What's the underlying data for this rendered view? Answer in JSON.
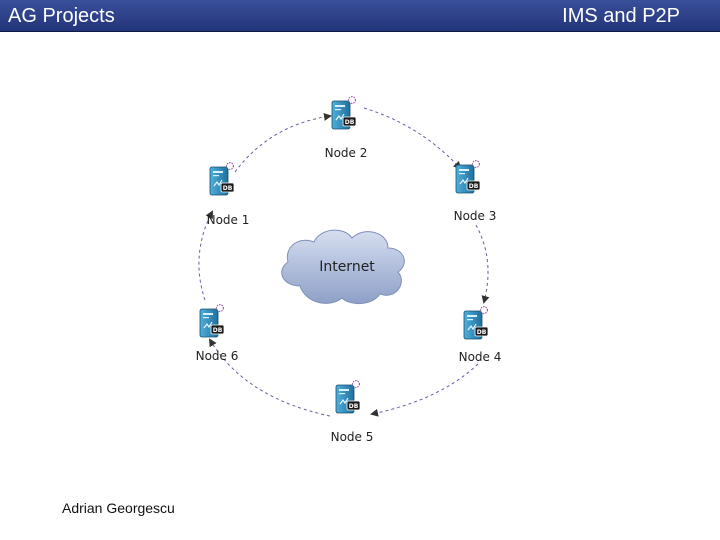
{
  "header": {
    "left_title": "AG Projects",
    "right_title": "IMS and P2P"
  },
  "diagram": {
    "center_label": "Internet",
    "db_label": "DB",
    "nodes": [
      "Node 1",
      "Node 2",
      "Node 3",
      "Node 4",
      "Node 5",
      "Node 6"
    ]
  },
  "footer": {
    "author": "Adrian Georgescu"
  },
  "colors": {
    "header_bg": "#2c3f88",
    "server_body": "#2f8fbf",
    "ring": "#6a5ca6",
    "cloud": "#a8b6d6"
  }
}
